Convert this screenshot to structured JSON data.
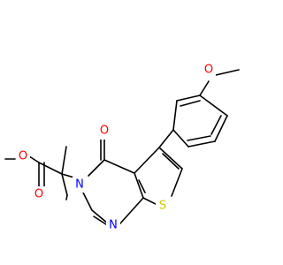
{
  "molecule": {
    "atom_labels": {
      "o_methoxy_top": "O",
      "o_carbonyl_ring": "O",
      "o_ester_single": "O",
      "o_ester_double": "O",
      "n3": "N",
      "n1": "N",
      "s": "S"
    },
    "colors": {
      "oxygen": "#ff0000",
      "nitrogen": "#0000ff",
      "sulfur": "#cccc00",
      "bond": "#000000",
      "background": "#ffffff"
    }
  }
}
